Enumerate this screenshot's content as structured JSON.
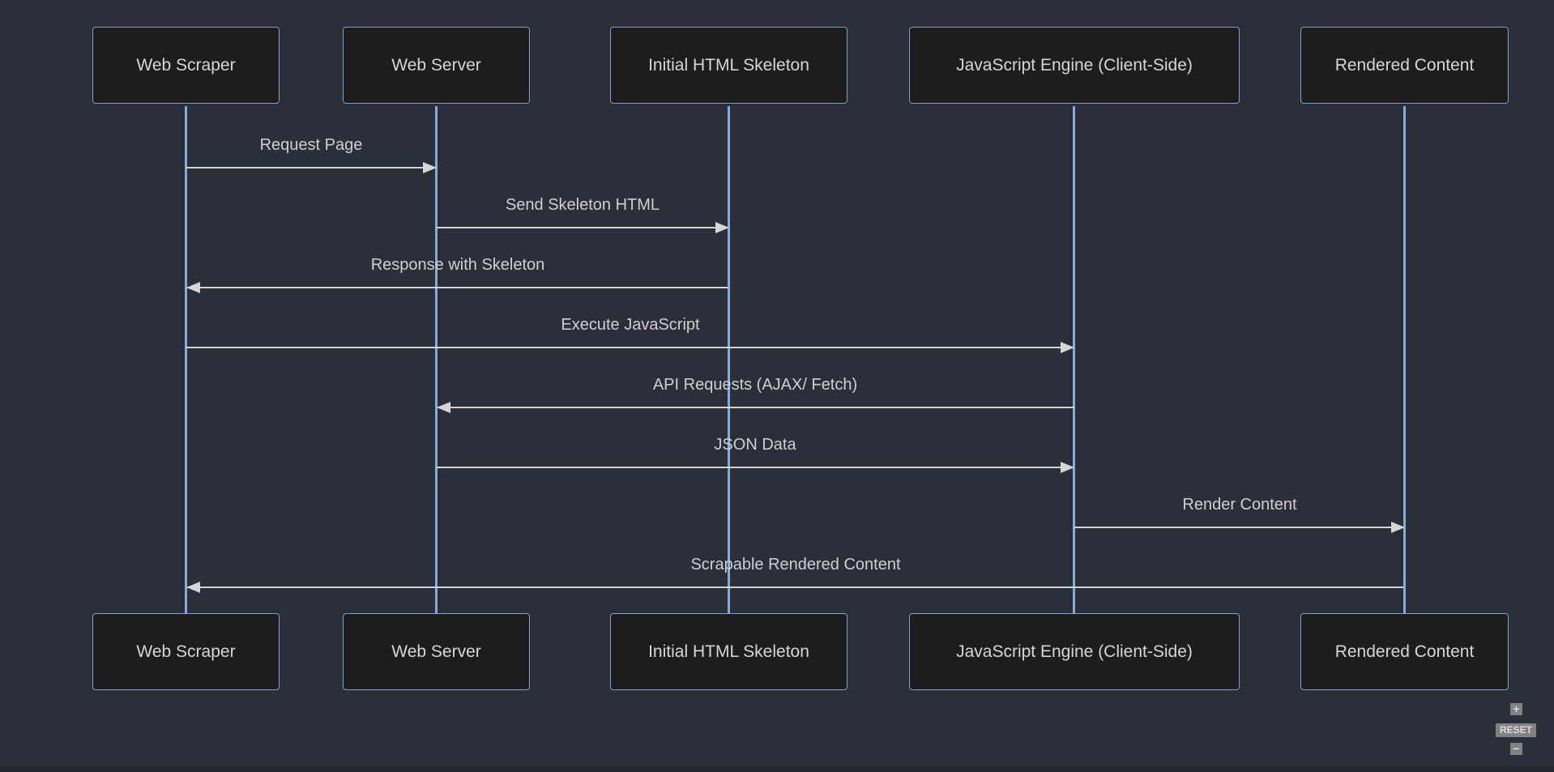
{
  "diagram": {
    "type": "sequence",
    "actors": [
      {
        "label": "Web Scraper"
      },
      {
        "label": "Web Server"
      },
      {
        "label": "Initial HTML Skeleton"
      },
      {
        "label": "JavaScript Engine (Client-Side)"
      },
      {
        "label": "Rendered Content"
      }
    ],
    "messages": [
      {
        "label": "Request Page",
        "from": "Web Scraper",
        "to": "Web Server",
        "direction": "right"
      },
      {
        "label": "Send Skeleton HTML",
        "from": "Web Server",
        "to": "Initial HTML Skeleton",
        "direction": "right"
      },
      {
        "label": "Response with Skeleton",
        "from": "Initial HTML Skeleton",
        "to": "Web Scraper",
        "direction": "left"
      },
      {
        "label": "Execute JavaScript",
        "from": "Web Scraper",
        "to": "JavaScript Engine (Client-Side)",
        "direction": "right"
      },
      {
        "label": "API Requests (AJAX/ Fetch)",
        "from": "JavaScript Engine (Client-Side)",
        "to": "Web Server",
        "direction": "left"
      },
      {
        "label": "JSON Data",
        "from": "Web Server",
        "to": "JavaScript Engine (Client-Side)",
        "direction": "right"
      },
      {
        "label": "Render Content",
        "from": "JavaScript Engine (Client-Side)",
        "to": "Rendered Content",
        "direction": "right"
      },
      {
        "label": "Scrapable Rendered Content",
        "from": "Rendered Content",
        "to": "Web Scraper",
        "direction": "left"
      }
    ]
  },
  "controls": {
    "zoom_in_label": "+",
    "reset_label": "RESET",
    "zoom_out_label": "−"
  },
  "colors": {
    "background": "#2a2f3a",
    "actor_fill": "#1d1d1d",
    "actor_border": "#7da2cf",
    "lifeline": "#86add9",
    "arrow": "#d3d3d3",
    "text": "#d6d6d6",
    "control_button": "#828282"
  }
}
